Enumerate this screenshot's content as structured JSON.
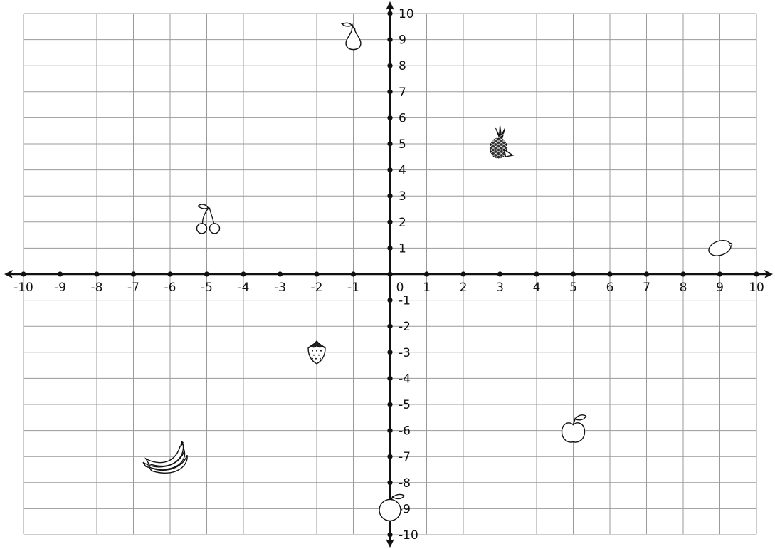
{
  "plane": {
    "x_min": -10,
    "x_max": 10,
    "y_min": -10,
    "y_max": 10,
    "grid": true,
    "colors": {
      "grid": "#9a9a9a",
      "axis": "#111111",
      "background": "#ffffff"
    }
  },
  "x_tick_labels": [
    "-10",
    "-9",
    "-8",
    "-7",
    "-6",
    "-5",
    "-4",
    "-3",
    "-2",
    "-1",
    "0",
    "1",
    "2",
    "3",
    "4",
    "5",
    "6",
    "7",
    "8",
    "9",
    "10"
  ],
  "y_tick_labels": [
    "10",
    "9",
    "8",
    "7",
    "6",
    "5",
    "4",
    "3",
    "2",
    "1",
    "-1",
    "-2",
    "-3",
    "-4",
    "-5",
    "-6",
    "-7",
    "-8",
    "-9",
    "-10"
  ],
  "fruits": [
    {
      "icon": "pear-icon",
      "x": -1,
      "y": 9
    },
    {
      "icon": "pineapple-icon",
      "x": 3,
      "y": 5
    },
    {
      "icon": "cherry-icon",
      "x": -5,
      "y": 2
    },
    {
      "icon": "lemon-icon",
      "x": 9,
      "y": 1
    },
    {
      "icon": "strawberry-icon",
      "x": -2,
      "y": -3
    },
    {
      "icon": "apple-icon",
      "x": 5,
      "y": -6
    },
    {
      "icon": "banana-icon",
      "x": -6,
      "y": -7
    },
    {
      "icon": "orange-icon",
      "x": 0,
      "y": -9
    }
  ]
}
